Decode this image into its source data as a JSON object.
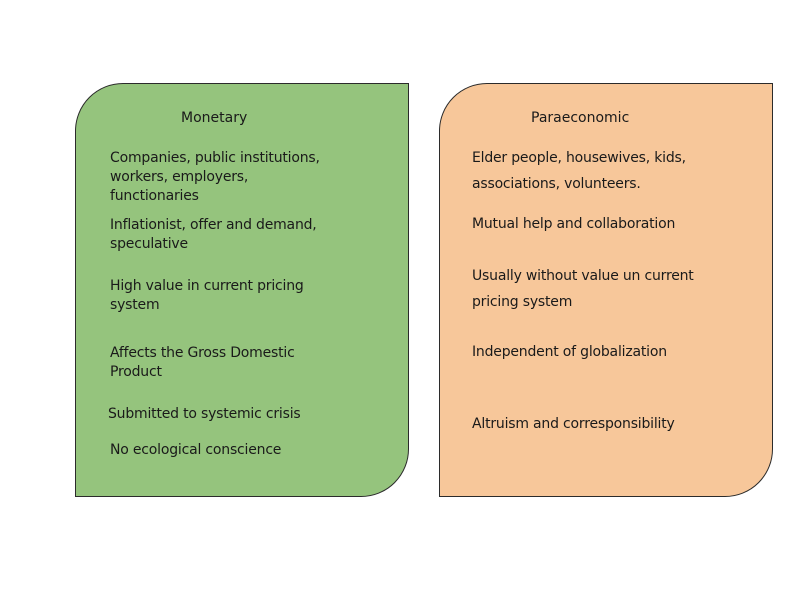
{
  "monetary": {
    "title": "Monetary",
    "items": [
      "Companies, public institutions, workers, employers, functionaries",
      "Inflationist, offer and demand, speculative",
      "High value in current pricing system",
      "Affects the Gross Domestic Product",
      "Submitted to systemic crisis",
      "No ecological conscience"
    ]
  },
  "paraeconomic": {
    "title": "Paraeconomic",
    "items": [
      "Elder people, housewives, kids, associations, volunteers.",
      "Mutual help and collaboration",
      "Usually without value un current pricing system",
      "Independent of globalization",
      "Altruism and corresponsibility"
    ]
  },
  "colors": {
    "monetary_fill": "#95c47d",
    "paraeconomic_fill": "#f7c79a",
    "border": "#2b2b2b"
  }
}
